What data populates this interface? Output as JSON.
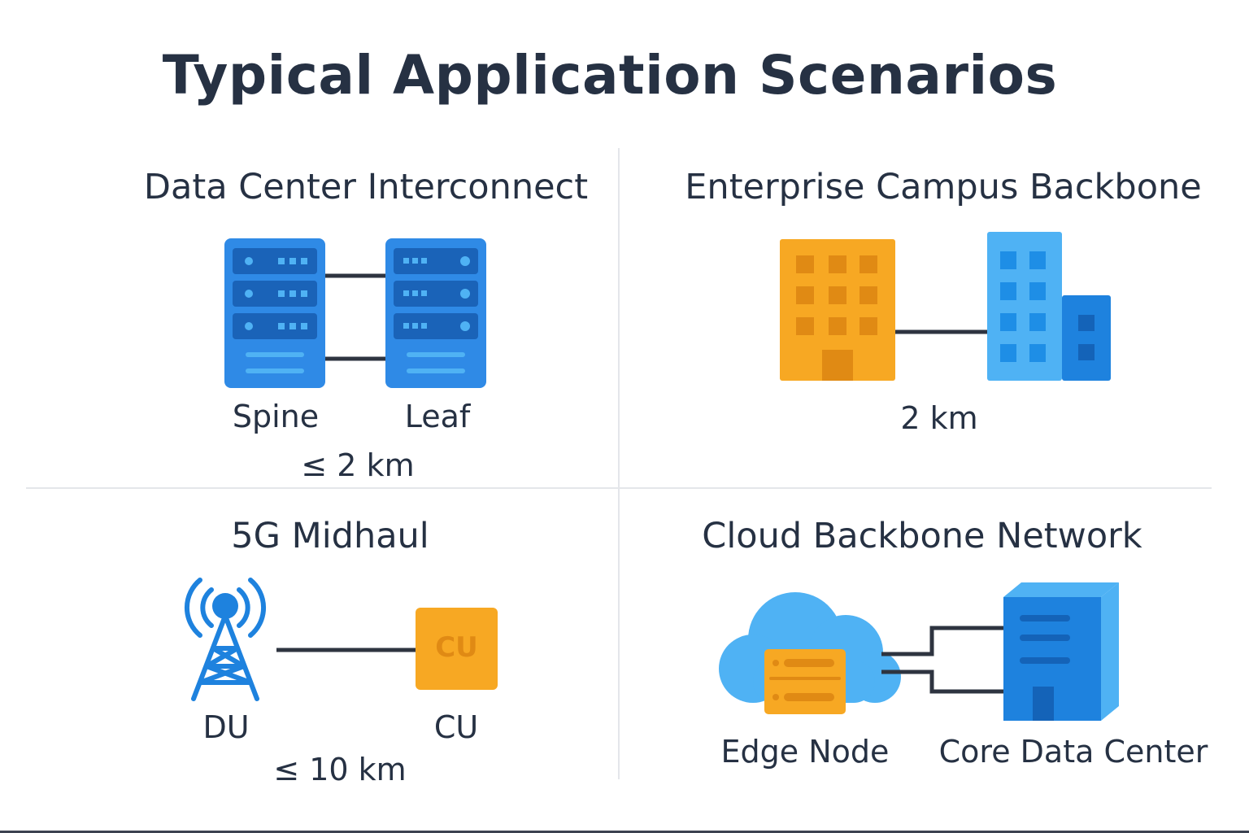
{
  "title": "Typical Application Scenarios",
  "panels": {
    "dci": {
      "title": "Data Center Interconnect",
      "left_label": "Spine",
      "right_label": "Leaf",
      "distance": "≤ 2 km"
    },
    "campus": {
      "title": "Enterprise Campus Backbone",
      "distance": "2 km"
    },
    "midhaul": {
      "title": "5G Midhaul",
      "left_label": "DU",
      "right_label": "CU",
      "box_text": "CU",
      "distance": "≤ 10 km"
    },
    "cloud": {
      "title": "Cloud Backbone Network",
      "left_label": "Edge Node",
      "right_label": "Core Data Center"
    }
  },
  "colors": {
    "blue": "#2f8ae6",
    "blue_dark": "#1a63b8",
    "blue_light": "#4fb2f4",
    "orange": "#f7a823",
    "orange_dark": "#e08a14",
    "line": "#2e3440",
    "text": "#263143"
  }
}
